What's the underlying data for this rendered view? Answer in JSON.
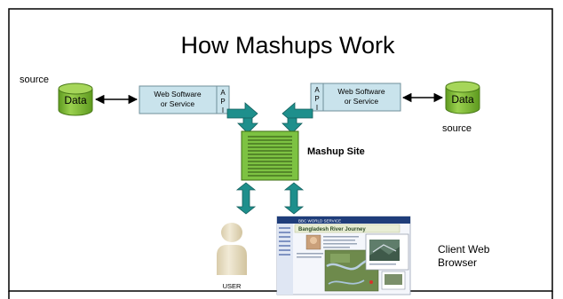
{
  "title": "How Mashups Work",
  "left": {
    "source_label": "source",
    "data_label": "Data",
    "service_line1": "Web Software",
    "service_line2": "or Service",
    "api_letters": [
      "A",
      "P",
      "I"
    ]
  },
  "right": {
    "source_label": "source",
    "data_label": "Data",
    "service_line1": "Web Software",
    "service_line2": "or Service",
    "api_letters": [
      "A",
      "P",
      "I"
    ]
  },
  "mashup_label": "Mashup Site",
  "user_label": "USER",
  "client_line1": "Client Web",
  "client_line2": "Browser",
  "browser_screenshot": {
    "header_text": "BBC WORLD SERVICE",
    "banner_text": "Bangladesh River Journey"
  },
  "colors": {
    "data_fill": "#8cc63f",
    "service_fill": "#c9e3ec",
    "mashup_fill": "#7dc242",
    "arrow_teal": "#1e8f8c",
    "user_fill": "#e9dfc4"
  }
}
